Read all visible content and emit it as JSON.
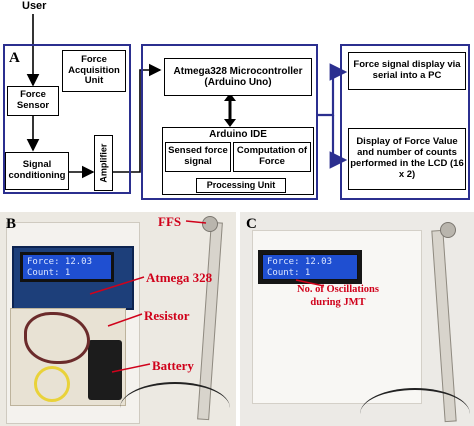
{
  "diagram": {
    "input_label": "User",
    "panel_a": "A",
    "force_sensor": "Force Sensor",
    "force_acquisition_unit": "Force Acquisition Unit",
    "signal_conditioning": "Signal conditioning",
    "amplifier": "Amplifier",
    "microcontroller": "Atmega328 Microcontroller (Arduino Uno)",
    "arduino_ide": "Arduino IDE",
    "sensed_force_signal": "Sensed force signal",
    "computation_of_force": "Computation of Force",
    "processing_unit": "Processing Unit",
    "serial_display": "Force signal display via serial into a PC",
    "lcd_display": "Display of Force Value and number of counts performed in the LCD (16 x 2)"
  },
  "photo_b": {
    "letter": "B",
    "lcd_line1": "Force:  12.03",
    "lcd_line2": "Count:  1",
    "label_ffs": "FFS",
    "label_atmega": "Atmega 328",
    "label_resistor": "Resistor",
    "label_battery": "Battery"
  },
  "photo_c": {
    "letter": "C",
    "lcd_line1": "Force:  12.03",
    "lcd_line2": "Count:  1",
    "label_oscillations": "No. of Oscillations during JMT"
  },
  "colors": {
    "frame": "#2b2f8f",
    "label_red": "#d0021b",
    "lcd_blue": "#1f4fd1"
  }
}
